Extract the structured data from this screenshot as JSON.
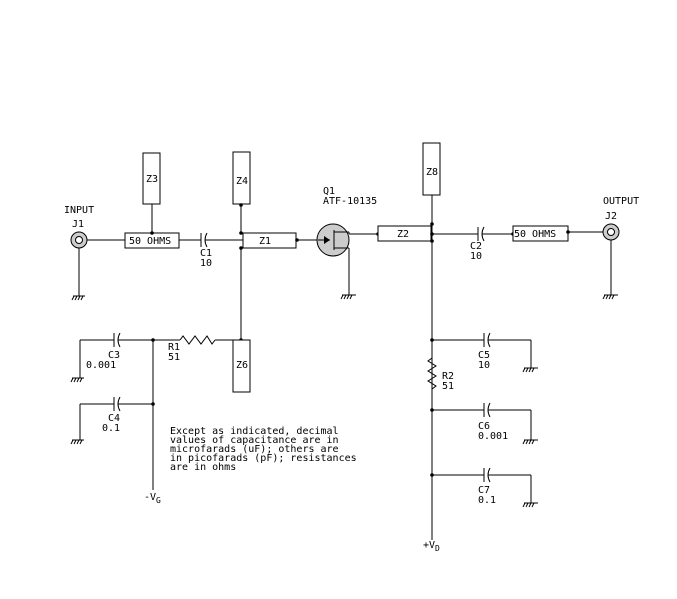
{
  "labels": {
    "input": "INPUT",
    "output": "OUTPUT",
    "j1": "J1",
    "j2": "J2",
    "q1": "Q1",
    "q1_part": "ATF-10135",
    "z1": "Z1",
    "z2": "Z2",
    "z3": "Z3",
    "z4": "Z4",
    "z6": "Z6",
    "z8": "Z8",
    "line_in": "50 OHMS",
    "line_out": "50 OHMS",
    "c1": "C1",
    "c1_val": "10",
    "c2": "C2",
    "c2_val": "10",
    "c3": "C3",
    "c3_val": "0.001",
    "c4": "C4",
    "c4_val": "0.1",
    "c5": "C5",
    "c5_val": "10",
    "c6": "C6",
    "c6_val": "0.001",
    "c7": "C7",
    "c7_val": "0.1",
    "r1": "R1",
    "r1_val": "51",
    "r2": "R2",
    "r2_val": "51",
    "vg_prefix": "-V",
    "vg_sub": "G",
    "vd_prefix": "+V",
    "vd_sub": "D"
  },
  "note": [
    "Except as indicated, decimal",
    "values of capacitance are in",
    "microfarads (uF); others are",
    "in picofarads (pF); resistances",
    "are in ohms"
  ]
}
